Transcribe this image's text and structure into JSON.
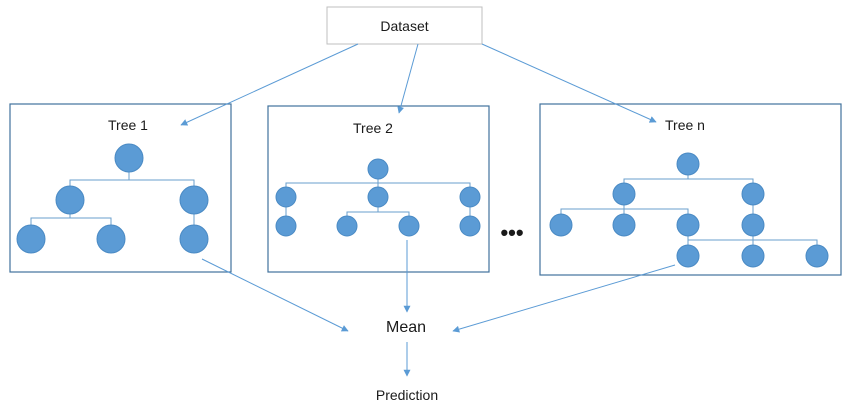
{
  "dataset": {
    "label": "Dataset"
  },
  "trees": [
    {
      "title": "Tree 1"
    },
    {
      "title": "Tree 2"
    },
    {
      "title": "Tree n"
    }
  ],
  "ellipsis": "•••",
  "mean": {
    "label": "Mean"
  },
  "prediction": {
    "label": "Prediction"
  },
  "colors": {
    "node_fill": "#5b9bd5",
    "node_stroke": "#4a8ac4",
    "box_stroke": "#41719c",
    "edge": "#6a9fcc",
    "arrow": "#5b9bd5",
    "dataset_border": "#bfbfbf"
  }
}
